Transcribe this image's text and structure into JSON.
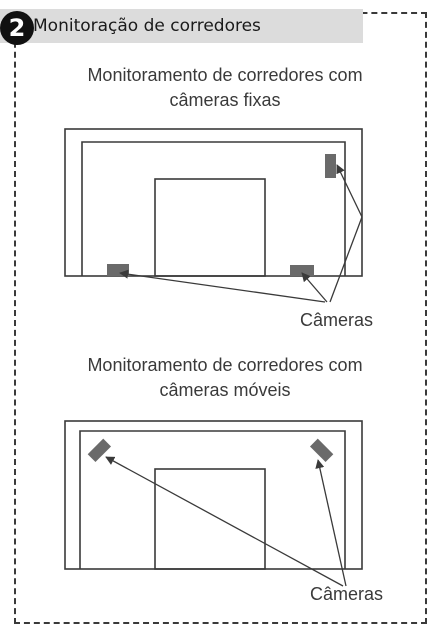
{
  "header": {
    "number": "2",
    "title": "Monitoração de corredores"
  },
  "panel_fixed": {
    "caption_line1": "Monitoramento de corredores com",
    "caption_line2": "câmeras fixas",
    "cameras_label": "Câmeras"
  },
  "panel_mobile": {
    "caption_line1": "Monitoramento de corredores com",
    "caption_line2": "câmeras móveis",
    "cameras_label": "Câmeras"
  },
  "colors": {
    "camera": "#6a6a6a",
    "line": "#3a3a3a",
    "header_bg": "#dcdcdc",
    "badge": "#111111"
  }
}
